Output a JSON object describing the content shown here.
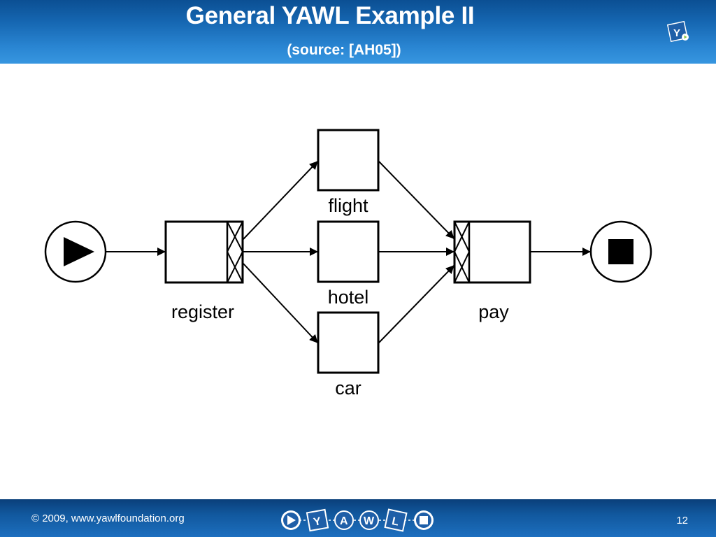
{
  "slide": {
    "title": "General YAWL Example II",
    "subtitle": "(source: [AH05])",
    "copyright": "© 2009, www.yawlfoundation.org",
    "page_number": "12"
  },
  "brand": {
    "logo_letter": "Y",
    "footer_letters": [
      "Y",
      "A",
      "W",
      "L"
    ]
  },
  "diagram": {
    "tasks": {
      "register": "register",
      "flight": "flight",
      "hotel": "hotel",
      "car": "car",
      "pay": "pay"
    }
  },
  "colors": {
    "header_blue": "#1667b2",
    "footer_blue": "#11589e",
    "footer_play_green": "#8cc63f"
  }
}
